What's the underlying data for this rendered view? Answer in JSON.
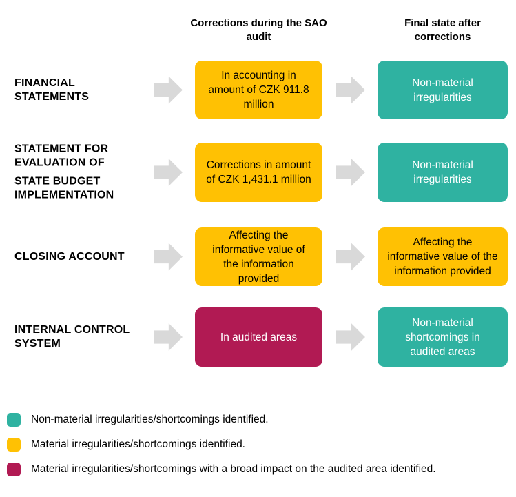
{
  "colors": {
    "teal": "#2fb2a1",
    "yellow": "#ffc103",
    "crimson": "#b11a53",
    "arrow": "#d9d9d9"
  },
  "column_headers": {
    "corrections": "Corrections during the SAO audit",
    "final": "Final state after corrections"
  },
  "rows": [
    {
      "label": "FINANCIAL STATEMENTS",
      "corrections": {
        "text": "In accounting in amount of CZK 911.8 million",
        "status": "material"
      },
      "final": {
        "text": "Non-material irregularities",
        "status": "nonmaterial"
      }
    },
    {
      "label": "STATEMENT FOR EVALUATION OF",
      "label2": "STATE BUDGET IMPLEMENTATION",
      "corrections": {
        "text": "Corrections in amount of CZK 1,431.1 million",
        "status": "material"
      },
      "final": {
        "text": "Non-material irregularities",
        "status": "nonmaterial"
      }
    },
    {
      "label": "CLOSING ACCOUNT",
      "corrections": {
        "text": "Affecting the informative value of the information provided",
        "status": "material"
      },
      "final": {
        "text": "Affecting the informative value of the information provided",
        "status": "material"
      }
    },
    {
      "label": "INTERNAL CONTROL SYSTEM",
      "corrections": {
        "text": "In audited areas",
        "status": "broad"
      },
      "final": {
        "text": "Non-material shortcomings in audited areas",
        "status": "nonmaterial"
      }
    }
  ],
  "legend": [
    {
      "status": "nonmaterial",
      "text": "Non-material irregularities/shortcomings identified."
    },
    {
      "status": "material",
      "text": "Material irregularities/shortcomings identified."
    },
    {
      "status": "broad",
      "text": "Material irregularities/shortcomings with a broad impact on the audited area identified."
    }
  ]
}
